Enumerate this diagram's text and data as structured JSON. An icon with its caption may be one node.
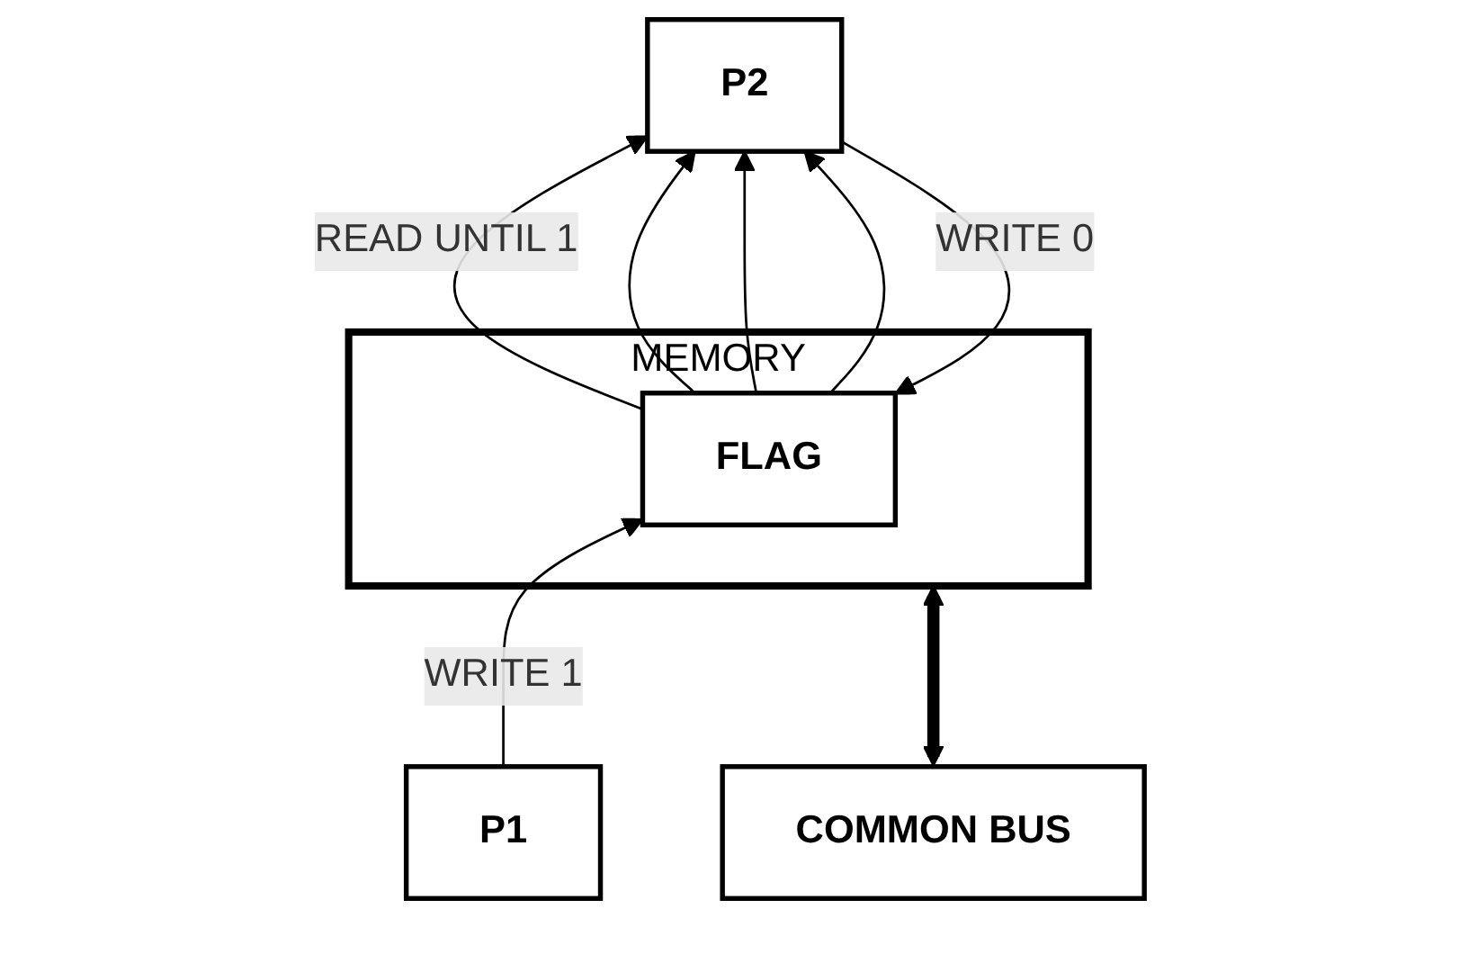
{
  "diagram": {
    "nodes": [
      {
        "text": [
          "MEMORY"
        ]
      },
      {
        "text": [
          "FLAG"
        ],
        "in": 0
      },
      {
        "text": [
          "COMMON BUS"
        ]
      },
      {
        "text": [
          "P1"
        ]
      },
      {
        "text": [
          "P2"
        ]
      }
    ],
    "edges": [
      {
        "from": 3,
        "to": 1,
        "arrow": "to",
        "label": "WRITE 1"
      },
      {
        "from": 4,
        "to": 1,
        "arrow": "to",
        "label": "WRITE 0"
      },
      {
        "from": 1,
        "to": 4,
        "arrow": "to",
        "label": "READ UNTIL 1"
      },
      {
        "from": 1,
        "to": 4,
        "arrow": "to"
      },
      {
        "from": 1,
        "to": 4,
        "arrow": "to"
      },
      {
        "from": 1,
        "to": 4,
        "arrow": "to"
      },
      {
        "from": 2,
        "to": 0,
        "arrow": "both",
        "style": "thick"
      }
    ]
  }
}
